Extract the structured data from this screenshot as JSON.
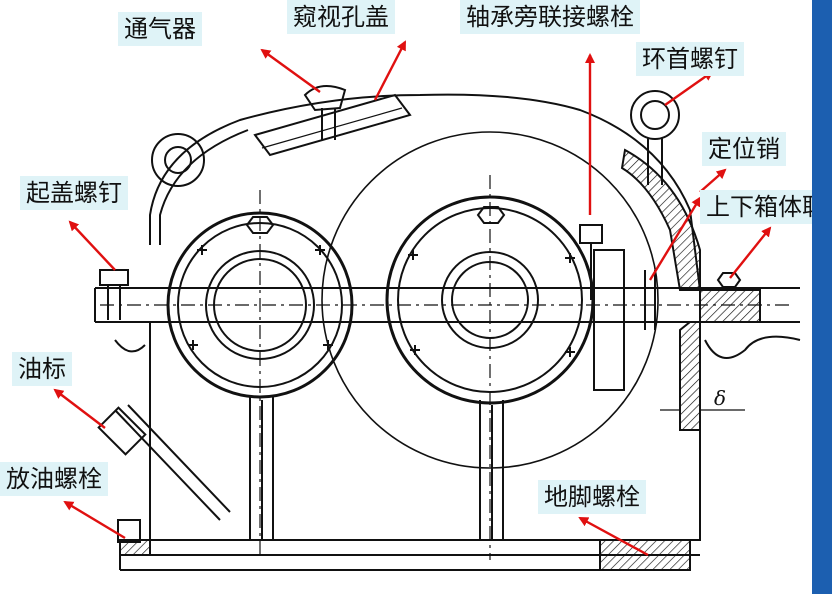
{
  "colors": {
    "label_bg": "#dff3f7",
    "arrow": "#e01010",
    "line": "#111111",
    "strip": "#1c5fb0"
  },
  "labels": {
    "breather": "通气器",
    "inspection_cover": "窥视孔盖",
    "bearing_bolt": "轴承旁联接螺栓",
    "eye_screw": "环首螺钉",
    "locating_pin": "定位销",
    "case_bolt": "上下箱体联",
    "jack_screw": "起盖螺钉",
    "oil_gauge": "油标",
    "drain_plug": "放油螺栓",
    "foundation_bolt": "地脚螺栓",
    "delta": "δ"
  }
}
